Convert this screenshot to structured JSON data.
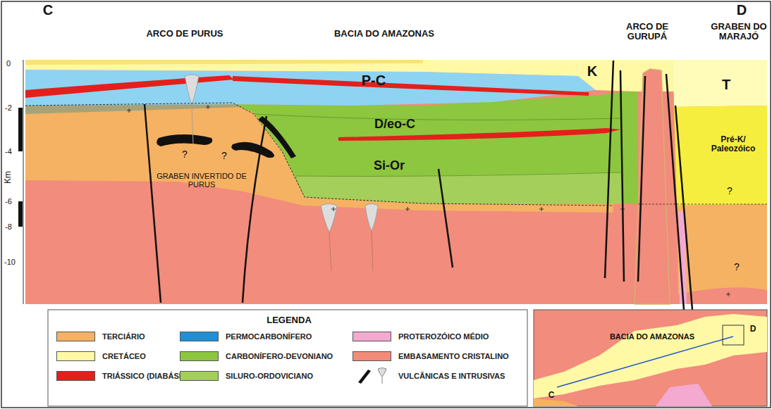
{
  "diagram": {
    "labels": [
      "C",
      "D",
      "ARCO DE PURUS",
      "BACIA DO AMAZONAS",
      "ARCO DE GURUPÁ",
      "GRABEN DO MARAJÓ",
      "0",
      "-2",
      "-4",
      "-6",
      "-8",
      "-10",
      "Km",
      "K",
      "T",
      "P-C",
      "D/eo-C",
      "Si-Or",
      "Pré-K/ Paleozóico",
      "GRABEN INVERTIDO DE PURUS",
      "?",
      "?",
      "?",
      "?",
      "LEGENDA",
      "BACIA DO AMAZONAS",
      "C",
      "D"
    ],
    "legend": [
      {
        "text": "TERCIÁRIO",
        "color": "#f5b262"
      },
      {
        "text": "CRETÁCEO",
        "color": "#fff9a6"
      },
      {
        "text": "TRIÁSSICO (DIABÁSIO)",
        "color": "#e3201b"
      },
      {
        "text": "PERMOCARBONÍFERO",
        "color": "#1f8fd6"
      },
      {
        "text": "CARBONÍFERO-DEVONIANO",
        "color": "#8dc63f"
      },
      {
        "text": "SILURO-ORDOVICIANO",
        "color": "#a3cf5a"
      },
      {
        "text": "PROTEROZÓICO MÉDIO",
        "color": "#f3a9d0"
      },
      {
        "text": "EMBASAMENTO CRISTALINO",
        "color": "#f28b7a"
      },
      {
        "text": "VULCÂNICAS E INTRUSIVAS"
      }
    ]
  }
}
